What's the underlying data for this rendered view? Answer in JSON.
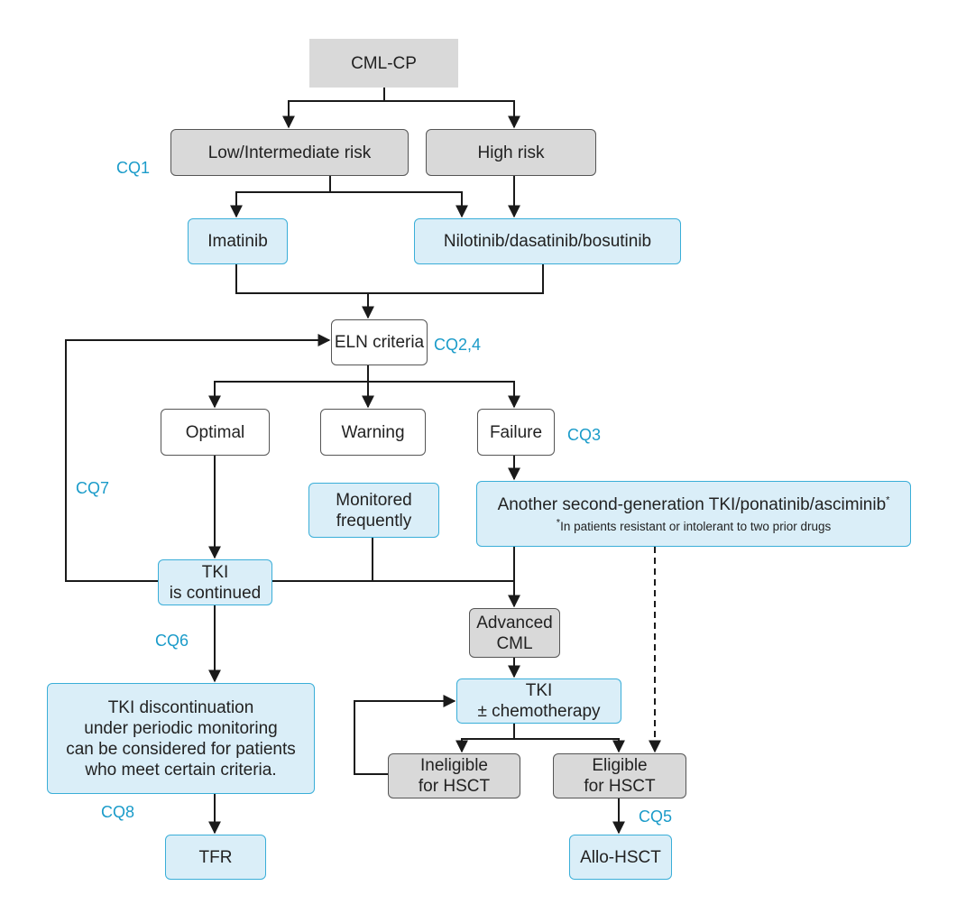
{
  "nodes": {
    "cml_cp": "CML-CP",
    "low_intermediate": "Low/Intermediate risk",
    "high_risk": "High risk",
    "imatinib": "Imatinib",
    "nilotinib": "Nilotinib/dasatinib/bosutinib",
    "eln": "ELN criteria",
    "optimal": "Optimal",
    "warning": "Warning",
    "failure": "Failure",
    "monitored_line1": "Monitored",
    "monitored_line2": "frequently",
    "another_tki": "Another second-generation TKI/ponatinib/asciminib",
    "another_tki_mark": "*",
    "another_tki_note_mark": "*",
    "another_tki_note": "In patients resistant or intolerant to two prior drugs",
    "tki_continued_line1": "TKI",
    "tki_continued_line2": "is continued",
    "advanced_line1": "Advanced",
    "advanced_line2": "CML",
    "tki_chemo_line1": "TKI",
    "tki_chemo_line2": "± chemotherapy",
    "discontinuation_line1": "TKI discontinuation",
    "discontinuation_line2": "under periodic monitoring",
    "discontinuation_line3": "can be considered for patients",
    "discontinuation_line4": "who meet certain criteria.",
    "ineligible_line1": "Ineligible",
    "ineligible_line2": "for HSCT",
    "eligible_line1": "Eligible",
    "eligible_line2": "for HSCT",
    "tfr": "TFR",
    "allo_hsct": "Allo-HSCT"
  },
  "cq_labels": {
    "cq1": "CQ1",
    "cq24": "CQ2,4",
    "cq3": "CQ3",
    "cq7": "CQ7",
    "cq6": "CQ6",
    "cq8": "CQ8",
    "cq5": "CQ5"
  },
  "colors": {
    "gray_fill": "#d9d9d9",
    "blue_fill": "#daeef8",
    "blue_border": "#3aaed8",
    "cq_text": "#1a9bc9",
    "line": "#1a1a1a"
  }
}
